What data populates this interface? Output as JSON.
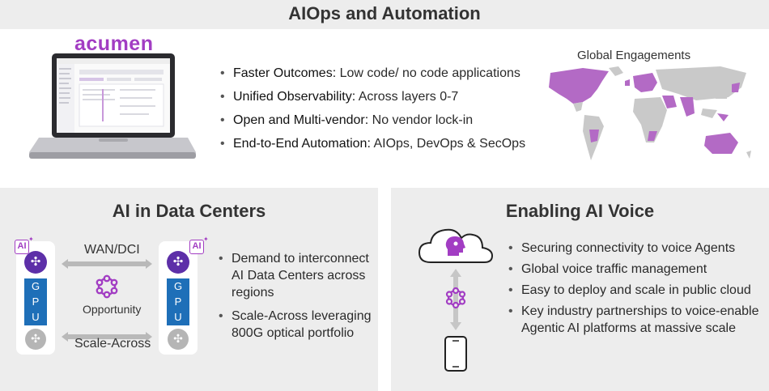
{
  "top": {
    "title": "AIOps and Automation",
    "brand": "acumen",
    "bullets": [
      {
        "head": "Faster Outcomes:",
        "text": " Low code/ no code applications"
      },
      {
        "head": "Unified Observability:",
        "text": " Across layers 0-7"
      },
      {
        "head": "Open and Multi-vendor:",
        "text": " No vendor lock-in"
      },
      {
        "head": "End-to-End Automation:",
        "text": " AIOps, DevOps & SecOps"
      }
    ],
    "map_title": "Global Engagements"
  },
  "datacenter": {
    "title": "AI in Data Centers",
    "wan_label": "WAN/DCI",
    "scale_label": "Scale-Across",
    "opportunity_label": "Opportunity",
    "gpu_letters": [
      "G",
      "P",
      "U"
    ],
    "ai_badge": "AI",
    "bullets": [
      "Demand to interconnect AI Data Centers across regions",
      "Scale-Across leveraging 800G optical portfolio"
    ]
  },
  "voice": {
    "title": "Enabling AI Voice",
    "bullets": [
      "Securing connectivity to voice Agents",
      "Global voice traffic management",
      "Easy to deploy and scale in public cloud",
      "Key industry partnerships to voice-enable Agentic AI platforms at massive scale"
    ]
  },
  "colors": {
    "accent": "#a23dc3",
    "gpu_blue": "#1e6fb8",
    "router_purple": "#5d2fa8",
    "panel": "#ededed"
  }
}
